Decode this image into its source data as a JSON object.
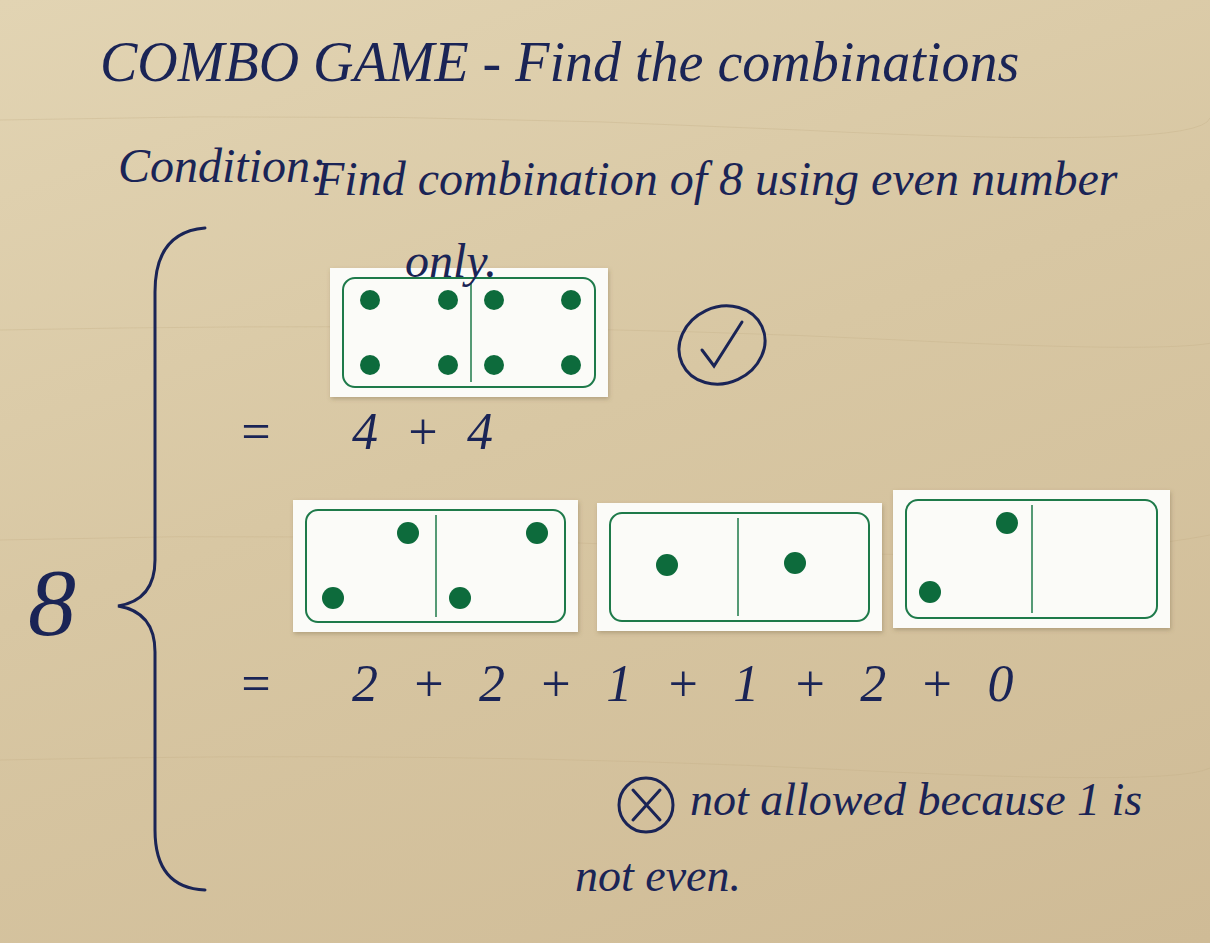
{
  "diagram": {
    "title": "COMBO GAME - Find the combinations",
    "labels": [
      "Condition:",
      "Find combination of 8 using even number only.",
      "8",
      "=",
      "4 + 4",
      "=",
      "2 + 2 + 1 + 1 + 2 + 0",
      "not allowed because 1 is not even."
    ]
  }
}
